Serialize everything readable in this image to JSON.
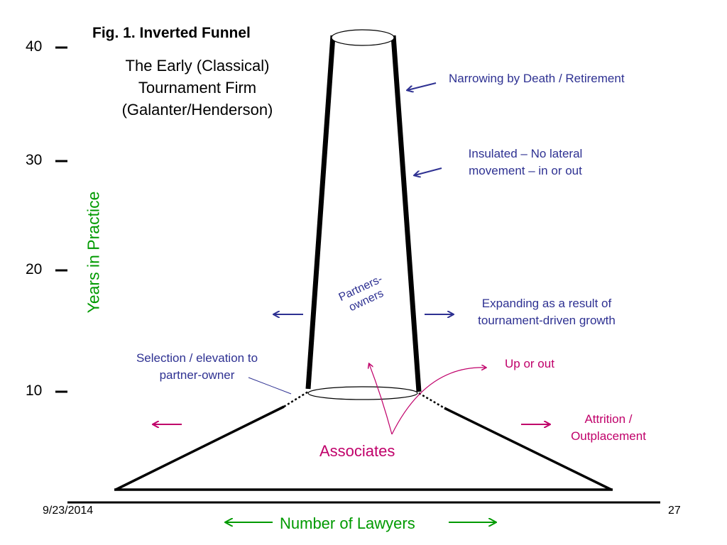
{
  "figure": {
    "title": "Fig. 1.  Inverted Funnel",
    "subtitle_lines": [
      "The Early (Classical)",
      "Tournament Firm",
      "(Galanter/Henderson)"
    ]
  },
  "y_axis": {
    "label": "Years in Practice",
    "ticks": [
      "40",
      "30",
      "20",
      "10"
    ]
  },
  "x_axis": {
    "label": "Number of Lawyers"
  },
  "annotations": {
    "narrowing": "Narrowing by Death  / Retirement",
    "insulated_lines": [
      "Insulated – No lateral",
      "movement – in or out"
    ],
    "partners": "Partners-\nowners",
    "expanding_lines": [
      "Expanding as a result of",
      "tournament-driven growth"
    ],
    "selection_lines": [
      "Selection / elevation to",
      "partner-owner"
    ],
    "up_or_out": "Up or out",
    "attrition_lines": [
      "Attrition /",
      "Outplacement"
    ],
    "associates": "Associates"
  },
  "footer": {
    "date": "9/23/2014",
    "page": "27"
  },
  "colors": {
    "navy": "#2E3192",
    "magenta": "#C0006A",
    "green": "#009A00"
  }
}
